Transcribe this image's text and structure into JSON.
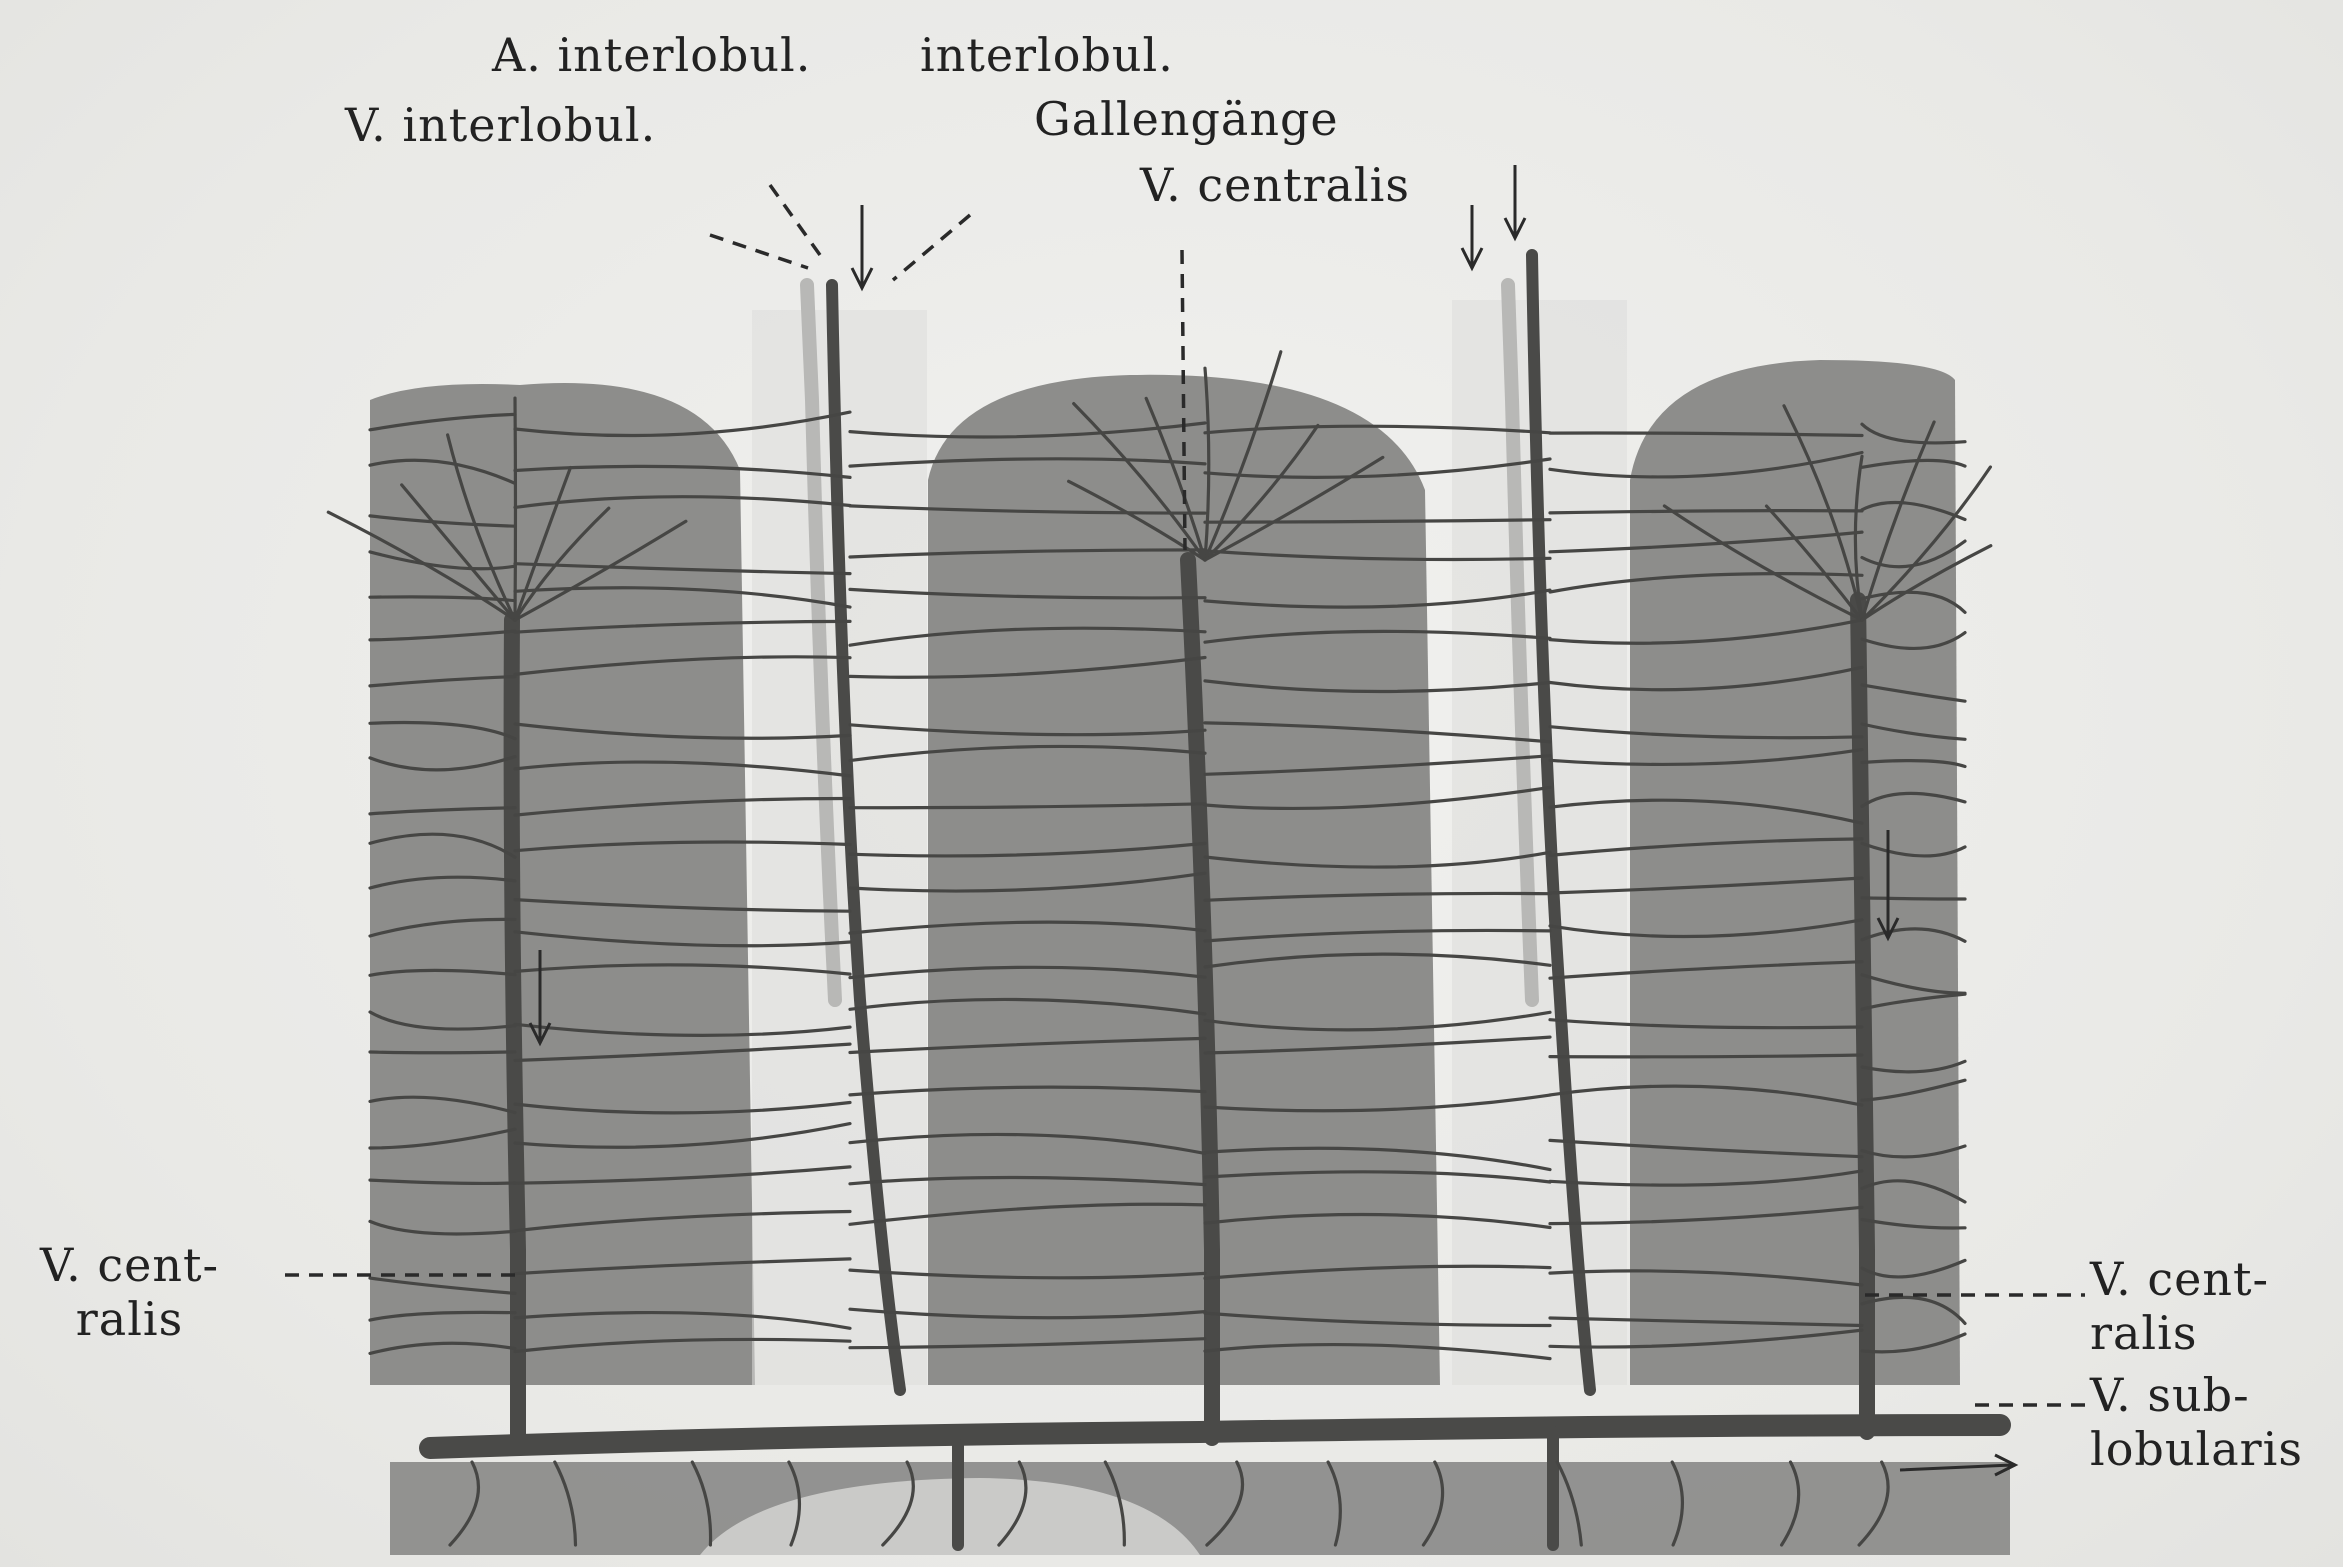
{
  "labels": {
    "a_interlobul": "A. interlobul.",
    "interlobul": "interlobul.",
    "v_interlobul": "V. interlobul.",
    "gallengaenge": "Gallengänge",
    "v_centralis_top": "V. centralis",
    "v_centralis_left_1": "V. cent-",
    "v_centralis_left_2": "ralis",
    "v_centralis_right_1": "V. cent-",
    "v_centralis_right_2": "ralis",
    "v_sublobularis_1": "V. sub-",
    "v_sublobularis_2": "lobularis"
  },
  "colors": {
    "background": "#ededeb",
    "lobule": "#8d8d8b",
    "vessel": "#4a4a48",
    "text": "#222222"
  }
}
